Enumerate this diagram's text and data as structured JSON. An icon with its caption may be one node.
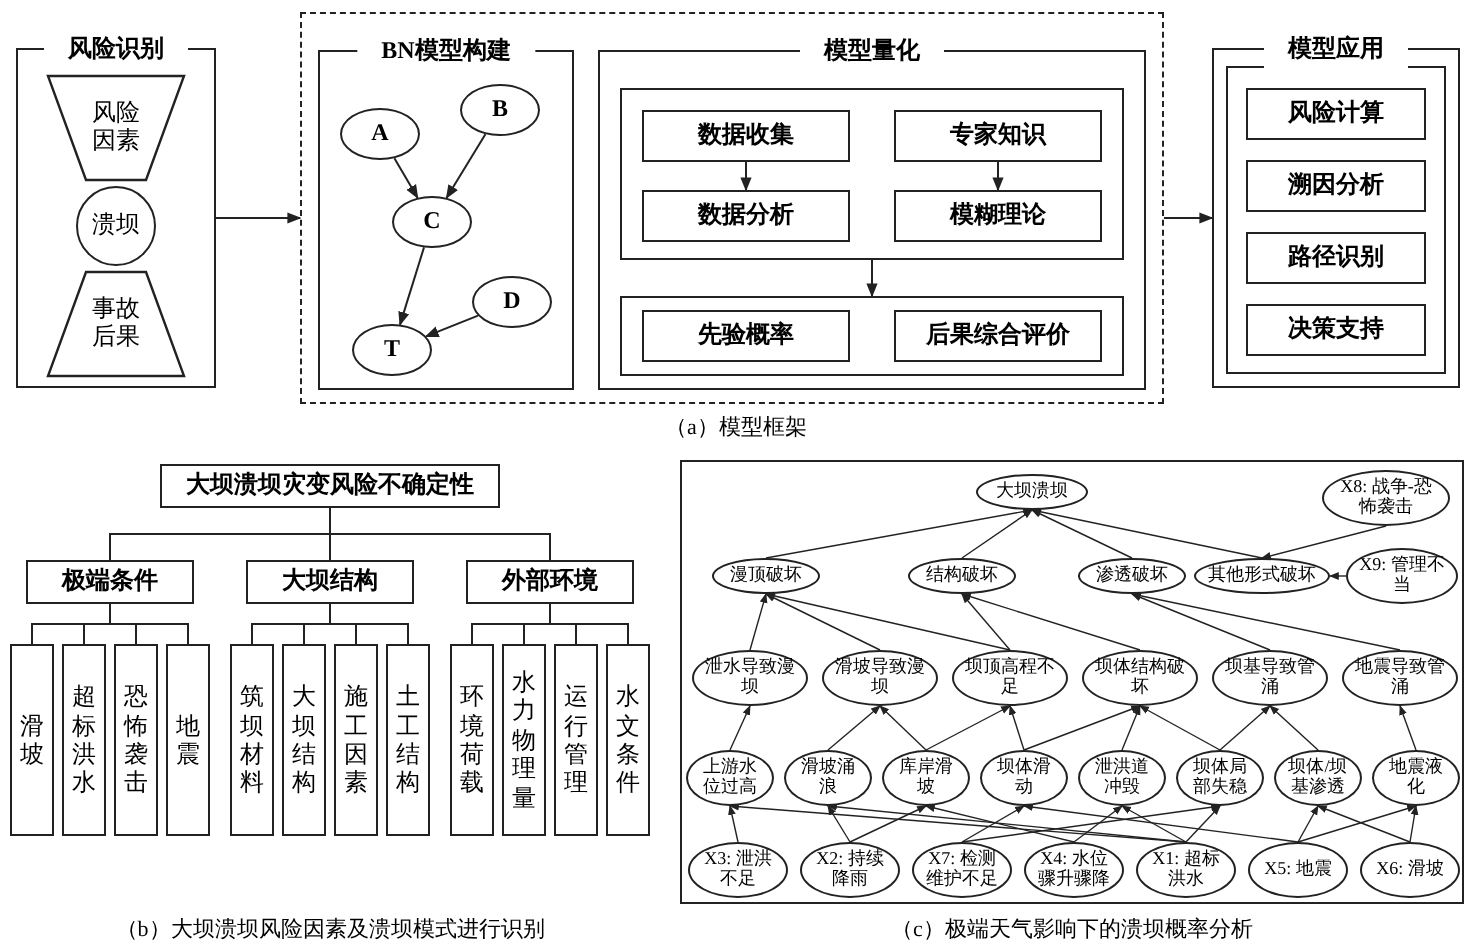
{
  "diagram": {
    "nodes": [
      {
        "text": [
          "风险识别"
        ]
      },
      {
        "text": [
          "风险因素"
        ],
        "in": 0
      },
      {
        "text": [
          "溃坝"
        ],
        "in": 0
      },
      {
        "text": [
          "事故后果"
        ],
        "in": 0
      },
      {
        "text": [],
        "shape": "box"
      },
      {
        "text": [
          "BN模型构建"
        ],
        "in": 4
      },
      {
        "text": [
          "A"
        ],
        "in": 5
      },
      {
        "text": [
          "B"
        ],
        "in": 5
      },
      {
        "text": [
          "C"
        ],
        "in": 5
      },
      {
        "text": [
          "D"
        ],
        "in": 5
      },
      {
        "text": [
          "T"
        ],
        "in": 5
      },
      {
        "text": [
          "模型量化"
        ],
        "in": 4
      },
      {
        "text": [],
        "shape": "box",
        "in": 11
      },
      {
        "text": [
          "数据收集"
        ],
        "in": 12
      },
      {
        "text": [
          "专家知识"
        ],
        "in": 12
      },
      {
        "text": [
          "数据分析"
        ],
        "in": 12
      },
      {
        "text": [
          "模糊理论"
        ],
        "in": 12
      },
      {
        "text": [],
        "shape": "box",
        "in": 11
      },
      {
        "text": [
          "先验概率"
        ],
        "in": 17
      },
      {
        "text": [
          "后果综合评价"
        ],
        "in": 17
      },
      {
        "text": [
          "模型应用"
        ]
      },
      {
        "text": [],
        "shape": "box",
        "in": 20
      },
      {
        "text": [
          "风险计算"
        ],
        "in": 21
      },
      {
        "text": [
          "溯因分析"
        ],
        "in": 21
      },
      {
        "text": [
          "路径识别"
        ],
        "in": 21
      },
      {
        "text": [
          "决策支持"
        ],
        "in": 21
      },
      {
        "text": [
          "大坝溃坝灾变风险不确定性"
        ]
      },
      {
        "text": [
          "极端条件"
        ]
      },
      {
        "text": [
          "大坝结构"
        ]
      },
      {
        "text": [
          "外部环境"
        ]
      },
      {
        "text": [
          "滑坡"
        ]
      },
      {
        "text": [
          "超标洪水"
        ]
      },
      {
        "text": [
          "恐怖袭击"
        ]
      },
      {
        "text": [
          "地震"
        ]
      },
      {
        "text": [
          "筑坝材料"
        ]
      },
      {
        "text": [
          "大坝结构"
        ]
      },
      {
        "text": [
          "施工因素"
        ]
      },
      {
        "text": [
          "土工结构"
        ]
      },
      {
        "text": [
          "环境荷载"
        ]
      },
      {
        "text": [
          "水力物理量"
        ]
      },
      {
        "text": [
          "运行管理"
        ]
      },
      {
        "text": [
          "水文条件"
        ]
      },
      {
        "text": [],
        "shape": "box"
      },
      {
        "text": [
          "大坝溃坝"
        ],
        "in": 42
      },
      {
        "text": [
          "X8: 战争-恐怖袭击"
        ],
        "in": 42
      },
      {
        "text": [
          "漫顶破坏"
        ],
        "in": 42
      },
      {
        "text": [
          "结构破坏"
        ],
        "in": 42
      },
      {
        "text": [
          "渗透破坏"
        ],
        "in": 42
      },
      {
        "text": [
          "其他形式破坏"
        ],
        "in": 42
      },
      {
        "text": [
          "X9: 管理不当"
        ],
        "in": 42
      },
      {
        "text": [
          "泄水导致漫坝"
        ],
        "in": 42
      },
      {
        "text": [
          "滑坡导致漫坝"
        ],
        "in": 42
      },
      {
        "text": [
          "坝顶高程不足"
        ],
        "in": 42
      },
      {
        "text": [
          "坝体结构破坏"
        ],
        "in": 42
      },
      {
        "text": [
          "坝基导致管涌"
        ],
        "in": 42
      },
      {
        "text": [
          "地震导致管涌"
        ],
        "in": 42
      },
      {
        "text": [
          "上游水位过高"
        ],
        "in": 42
      },
      {
        "text": [
          "滑坡涌浪"
        ],
        "in": 42
      },
      {
        "text": [
          "库岸滑坡"
        ],
        "in": 42
      },
      {
        "text": [
          "坝体滑动"
        ],
        "in": 42
      },
      {
        "text": [
          "泄洪道冲毁"
        ],
        "in": 42
      },
      {
        "text": [
          "坝体局部失稳"
        ],
        "in": 42
      },
      {
        "text": [
          "坝体/坝基渗透"
        ],
        "in": 42
      },
      {
        "text": [
          "地震液化"
        ],
        "in": 42
      },
      {
        "text": [
          "X3: 泄洪不足"
        ],
        "in": 42
      },
      {
        "text": [
          "X2: 持续降雨"
        ],
        "in": 42
      },
      {
        "text": [
          "X7: 检测维护不足"
        ],
        "in": 42
      },
      {
        "text": [
          "X4: 水位骤升骤降"
        ],
        "in": 42
      },
      {
        "text": [
          "X1: 超标洪水"
        ],
        "in": 42
      },
      {
        "text": [
          "X5: 地震"
        ],
        "in": 42
      },
      {
        "text": [
          "X6: 滑坡"
        ],
        "in": 42
      }
    ],
    "edges": [
      {
        "from": 0,
        "to": 4,
        "arrow": "to"
      },
      {
        "from": 4,
        "to": 20,
        "arrow": "to"
      },
      {
        "from": 6,
        "to": 8,
        "arrow": "to"
      },
      {
        "from": 7,
        "to": 8,
        "arrow": "to"
      },
      {
        "from": 8,
        "to": 10,
        "arrow": "to"
      },
      {
        "from": 9,
        "to": 10,
        "arrow": "to"
      },
      {
        "from": 13,
        "to": 15,
        "arrow": "to"
      },
      {
        "from": 14,
        "to": 16,
        "arrow": "to"
      },
      {
        "from": 12,
        "to": 17,
        "arrow": "to"
      },
      {
        "from": 26,
        "to": 27,
        "arrow": "none"
      },
      {
        "from": 26,
        "to": 28,
        "arrow": "none"
      },
      {
        "from": 26,
        "to": 29,
        "arrow": "none"
      },
      {
        "from": 27,
        "to": 30,
        "arrow": "none"
      },
      {
        "from": 27,
        "to": 31,
        "arrow": "none"
      },
      {
        "from": 27,
        "to": 32,
        "arrow": "none"
      },
      {
        "from": 27,
        "to": 33,
        "arrow": "none"
      },
      {
        "from": 28,
        "to": 34,
        "arrow": "none"
      },
      {
        "from": 28,
        "to": 35,
        "arrow": "none"
      },
      {
        "from": 28,
        "to": 36,
        "arrow": "none"
      },
      {
        "from": 28,
        "to": 37,
        "arrow": "none"
      },
      {
        "from": 29,
        "to": 38,
        "arrow": "none"
      },
      {
        "from": 29,
        "to": 39,
        "arrow": "none"
      },
      {
        "from": 29,
        "to": 40,
        "arrow": "none"
      },
      {
        "from": 29,
        "to": 41,
        "arrow": "none"
      },
      {
        "from": 45,
        "to": 43,
        "arrow": "to"
      },
      {
        "from": 46,
        "to": 43,
        "arrow": "to"
      },
      {
        "from": 47,
        "to": 43,
        "arrow": "to"
      },
      {
        "from": 48,
        "to": 43,
        "arrow": "to"
      },
      {
        "from": 44,
        "to": 48,
        "arrow": "to"
      },
      {
        "from": 49,
        "to": 48,
        "arrow": "to"
      },
      {
        "from": 50,
        "to": 45,
        "arrow": "to"
      },
      {
        "from": 51,
        "to": 45,
        "arrow": "to"
      },
      {
        "from": 52,
        "to": 45,
        "arrow": "to"
      },
      {
        "from": 52,
        "to": 46,
        "arrow": "to"
      },
      {
        "from": 53,
        "to": 46,
        "arrow": "to"
      },
      {
        "from": 54,
        "to": 47,
        "arrow": "to"
      },
      {
        "from": 55,
        "to": 47,
        "arrow": "to"
      },
      {
        "from": 56,
        "to": 50,
        "arrow": "to"
      },
      {
        "from": 57,
        "to": 51,
        "arrow": "to"
      },
      {
        "from": 58,
        "to": 51,
        "arrow": "to"
      },
      {
        "from": 58,
        "to": 52,
        "arrow": "to"
      },
      {
        "from": 59,
        "to": 52,
        "arrow": "to"
      },
      {
        "from": 59,
        "to": 53,
        "arrow": "to"
      },
      {
        "from": 60,
        "to": 53,
        "arrow": "to"
      },
      {
        "from": 61,
        "to": 53,
        "arrow": "to"
      },
      {
        "from": 61,
        "to": 54,
        "arrow": "to"
      },
      {
        "from": 62,
        "to": 54,
        "arrow": "to"
      },
      {
        "from": 63,
        "to": 55,
        "arrow": "to"
      },
      {
        "from": 64,
        "to": 56,
        "arrow": "to"
      },
      {
        "from": 65,
        "to": 57,
        "arrow": "to"
      },
      {
        "from": 65,
        "to": 58,
        "arrow": "to"
      },
      {
        "from": 66,
        "to": 59,
        "arrow": "to"
      },
      {
        "from": 66,
        "to": 61,
        "arrow": "to"
      },
      {
        "from": 67,
        "to": 58,
        "arrow": "to"
      },
      {
        "from": 67,
        "to": 60,
        "arrow": "to"
      },
      {
        "from": 68,
        "to": 56,
        "arrow": "to"
      },
      {
        "from": 68,
        "to": 57,
        "arrow": "to"
      },
      {
        "from": 68,
        "to": 60,
        "arrow": "to"
      },
      {
        "from": 68,
        "to": 61,
        "arrow": "to"
      },
      {
        "from": 69,
        "to": 59,
        "arrow": "to"
      },
      {
        "from": 69,
        "to": 62,
        "arrow": "to"
      },
      {
        "from": 69,
        "to": 63,
        "arrow": "to"
      },
      {
        "from": 70,
        "to": 62,
        "arrow": "to"
      },
      {
        "from": 70,
        "to": 63,
        "arrow": "to"
      }
    ],
    "labels": [
      "（a）模型框架",
      "（b）大坝溃坝风险因素及溃坝模式进行识别",
      "（c）极端天气影响下的溃坝概率分析"
    ]
  }
}
